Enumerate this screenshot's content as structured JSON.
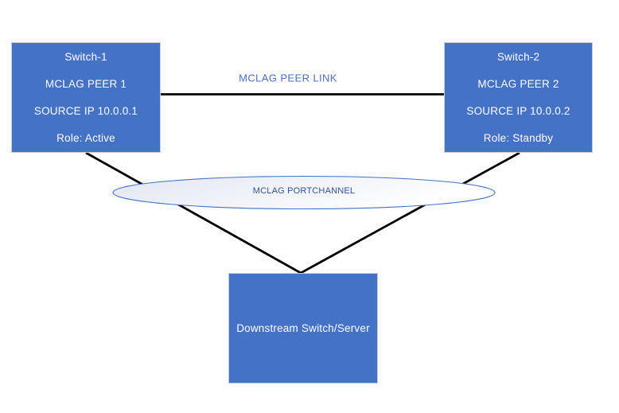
{
  "colors": {
    "node_fill": "#4472c4",
    "node_border": "#c9cdd4",
    "node_text": "#ffffff",
    "line": "#000000",
    "peer_link_label": "#4d6fc0",
    "portchannel_label": "#2f5496",
    "ellipse_border": "#4472c4",
    "ellipse_fill_left": "#e2e6f2",
    "ellipse_fill_right": "#ffffff",
    "background": "#ffffff"
  },
  "nodes": {
    "switch1": {
      "title": "Switch-1",
      "peer": "MCLAG PEER 1",
      "source_ip": "SOURCE IP 10.0.0.1",
      "role": "Role: Active"
    },
    "switch2": {
      "title": "Switch-2",
      "peer": "MCLAG PEER 2",
      "source_ip": "SOURCE IP 10.0.0.2",
      "role": "Role: Standby"
    },
    "downstream": {
      "title": "Downstream Switch/Server"
    }
  },
  "labels": {
    "peer_link": "MCLAG PEER LINK",
    "portchannel": "MCLAG PORTCHANNEL"
  }
}
